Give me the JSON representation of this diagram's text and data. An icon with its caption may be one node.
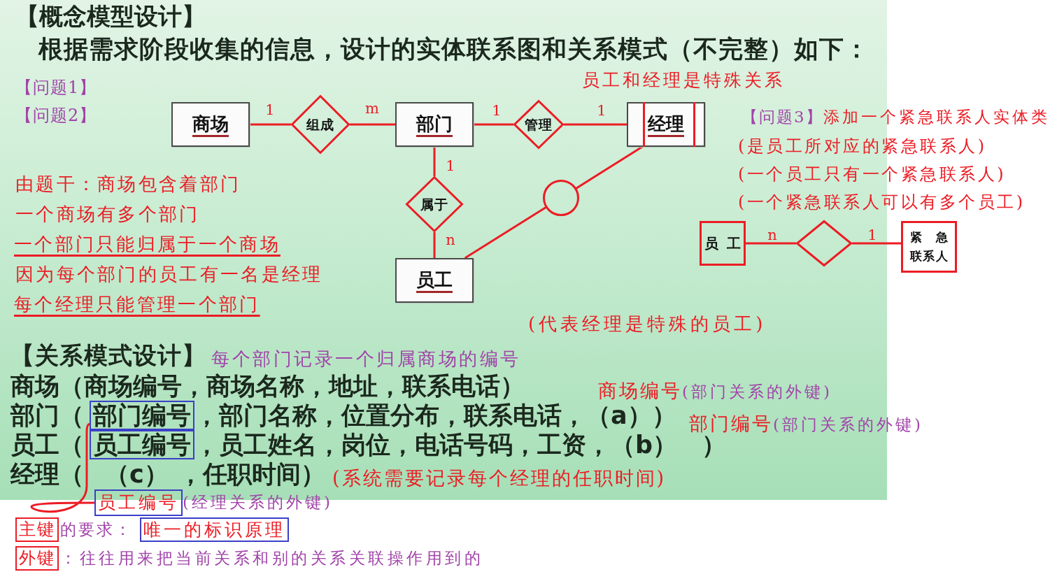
{
  "diagram": {
    "title": "【概念模型设计】",
    "nodes": [
      {
        "text": [
          "商场"
        ]
      },
      {
        "text": [
          "组成"
        ]
      },
      {
        "text": [
          "部门"
        ]
      },
      {
        "text": [
          "管理"
        ]
      },
      {
        "text": [
          "经理"
        ]
      },
      {
        "text": [
          "属于"
        ]
      },
      {
        "text": [
          "员工"
        ]
      },
      {
        "text": [],
        "shape": "circle"
      },
      {
        "text": [
          "员 工"
        ]
      },
      {
        "text": [],
        "shape": "diamond"
      },
      {
        "text": [
          "紧 急联系人"
        ]
      },
      {
        "text": [
          "部门编号"
        ]
      },
      {
        "text": [
          "员工编号"
        ]
      },
      {
        "text": [
          "员工编号"
        ]
      },
      {
        "text": [
          "主键"
        ]
      },
      {
        "text": [
          "唯一的标识原理"
        ]
      },
      {
        "text": [
          "外键"
        ]
      }
    ],
    "edges": [
      {
        "from": 0,
        "to": 1,
        "arrow": "none",
        "label": "1"
      },
      {
        "from": 1,
        "to": 2,
        "arrow": "none",
        "label": "m"
      },
      {
        "from": 2,
        "to": 3,
        "arrow": "none",
        "label": "1"
      },
      {
        "from": 3,
        "to": 4,
        "arrow": "none",
        "label": "1"
      },
      {
        "from": 2,
        "to": 5,
        "arrow": "none",
        "label": "1"
      },
      {
        "from": 5,
        "to": 6,
        "arrow": "none",
        "label": "n"
      },
      {
        "from": 6,
        "to": 7,
        "arrow": "none"
      },
      {
        "from": 7,
        "to": 4,
        "arrow": "none"
      },
      {
        "from": 8,
        "to": 9,
        "arrow": "none",
        "label": "n"
      },
      {
        "from": 9,
        "to": 10,
        "arrow": "none",
        "label": "1"
      },
      {
        "from": 11,
        "to": 13,
        "arrow": "none"
      }
    ],
    "labels": [
      "根据需求阶段收集的信息，设计的实体联系图和关系模式（不完整）如下：",
      "【问题1】",
      "员工和经理是特殊关系",
      "【问题2】",
      "【问题3】",
      "添加一个紧急联系人实体类",
      "(是员工所对应的紧急联系人)",
      "(一个员工只有一个紧急联系人)",
      "(一个紧急联系人可以有多个员工)",
      "由题干：商场包含着部门",
      "一个商场有多个部门",
      "一个部门只能归属于一个商场",
      "因为每个部门的员工有一名是经理",
      "每个经理只能管理一个部门",
      "(代表经理是特殊的员工)",
      "【关系模式设计】",
      "每个部门记录一个归属商场的编号",
      "商场（商场编号，商场名称，地址，联系电话）",
      "商场编号",
      "(部门关系的外键)",
      "部门（",
      "，部门名称，位置分布，联系电话，（a））",
      "部门编号",
      "(部门关系的外键)",
      "员工（",
      "，员工姓名，岗位，电话号码，工资，（b）　）",
      "经理（",
      "（c）",
      "，任职时间）",
      "(系统需要记录每个经理的任职时间)",
      "(经理关系的外键)",
      "的要求：",
      "：往往用来把当前关系和别的关系关联操作用到的"
    ]
  }
}
